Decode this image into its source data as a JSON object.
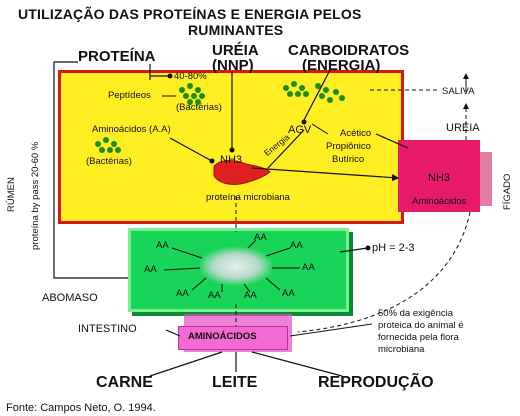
{
  "title": {
    "line1": "UTILIZAÇÃO DAS PROTEÍNAS E ENERGIA PELOS",
    "line2": "RUMINANTES"
  },
  "inputs": {
    "protein": "PROTEÍNA",
    "urea_line1": "URÉIA",
    "urea_line2": "(NNP)",
    "carbs_line1": "CARBOIDRATOS",
    "carbs_line2": "(ENERGIA)"
  },
  "rumen": {
    "label": "RÚMEN",
    "bypass_label": "proteína by pass 20-60 %",
    "percent": "40-80%",
    "peptides": "Peptídeos",
    "bacteria_1": "(Bactérias)",
    "amino_acids": "Aminoácidos (A.A)",
    "bacteria_2": "(Bactérias)",
    "nh3": "NH3",
    "agv": "AGV",
    "energy": "Energia",
    "microbial_protein": "proteína microbiana",
    "acetic": "Acético",
    "propionic": "Propiônico",
    "butyric": "Butírico"
  },
  "right_side": {
    "saliva": "SALIVA",
    "urea": "URÉIA",
    "liver_nh3": "NH3",
    "liver_amino": "Aminoácidos",
    "liver_label": "FÍGADO"
  },
  "abomasum": {
    "label": "ABOMASO",
    "aa": "AA",
    "ph": "pH = 2-3"
  },
  "intestine": {
    "label": "INTESTINO",
    "amino": "AMINOÁCIDOS",
    "note_line1": "50% da exigência",
    "note_line2": "proteica do animal é",
    "note_line3": "fornecida pela flora",
    "note_line4": "microbiana"
  },
  "outputs": {
    "meat": "CARNE",
    "milk": "LEITE",
    "reproduction": "REPRODUÇÃO"
  },
  "source": "Fonte: Campos Neto, O. 1994.",
  "colors": {
    "rumen_fill": "#ffee22",
    "rumen_border": "#d81818",
    "abomasum_fill": "#18d458",
    "abomasum_border": "#60e878",
    "liver_fill": "#e81a6a",
    "intestine_fill": "#f26ad2",
    "bacteria_dots": "#1c8a1c"
  }
}
